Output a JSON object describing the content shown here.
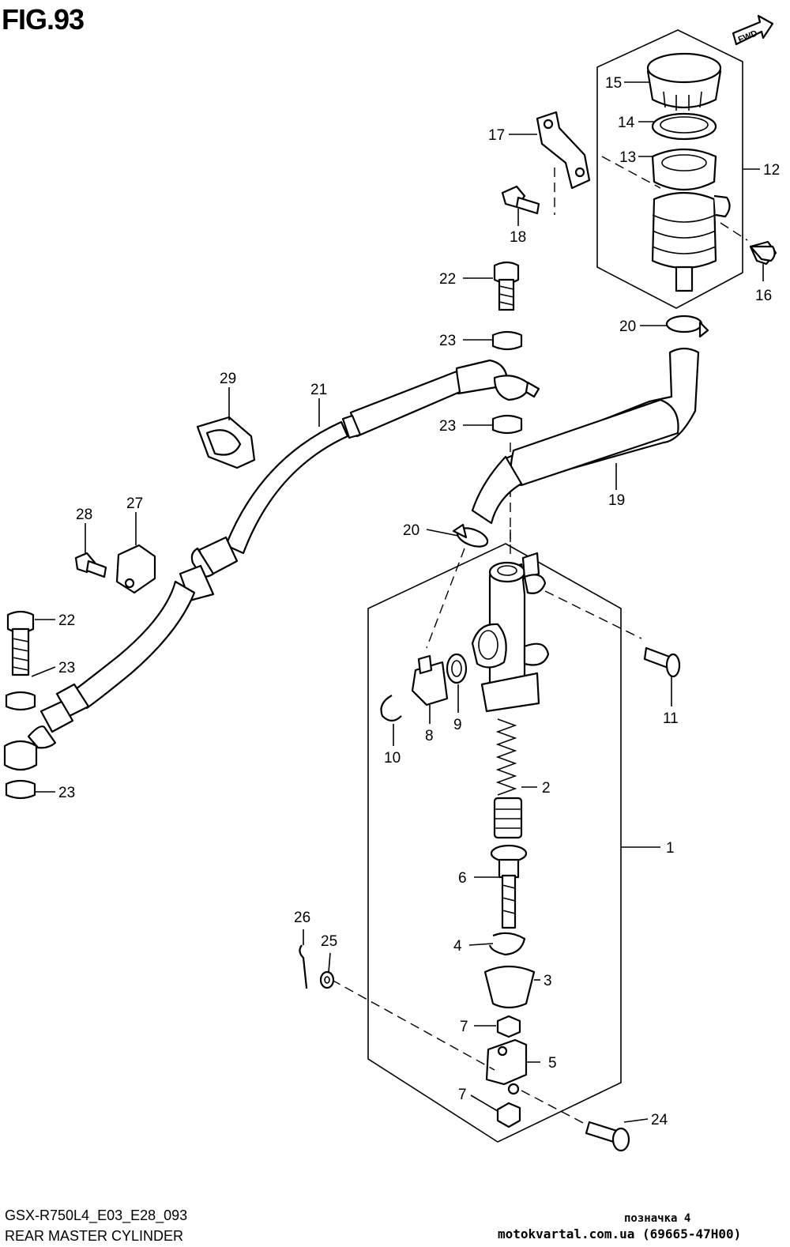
{
  "figure": {
    "title": "FIG.93",
    "fwd_label": "FWD",
    "model_code": "GSX-R750L4_E03_E28_093",
    "caption": "REAR MASTER CYLINDER",
    "mark": "позначка 4",
    "site": "motokvartal.com.ua (69665-47H00)"
  },
  "callouts": [
    {
      "id": "c1",
      "text": "1"
    },
    {
      "id": "c2",
      "text": "2"
    },
    {
      "id": "c3",
      "text": "3"
    },
    {
      "id": "c4",
      "text": "4"
    },
    {
      "id": "c5",
      "text": "5"
    },
    {
      "id": "c6",
      "text": "6"
    },
    {
      "id": "c7a",
      "text": "7"
    },
    {
      "id": "c7b",
      "text": "7"
    },
    {
      "id": "c8",
      "text": "8"
    },
    {
      "id": "c9",
      "text": "9"
    },
    {
      "id": "c10",
      "text": "10"
    },
    {
      "id": "c11",
      "text": "11"
    },
    {
      "id": "c12",
      "text": "12"
    },
    {
      "id": "c13",
      "text": "13"
    },
    {
      "id": "c14",
      "text": "14"
    },
    {
      "id": "c15",
      "text": "15"
    },
    {
      "id": "c16",
      "text": "16"
    },
    {
      "id": "c17",
      "text": "17"
    },
    {
      "id": "c18",
      "text": "18"
    },
    {
      "id": "c19",
      "text": "19"
    },
    {
      "id": "c20a",
      "text": "20"
    },
    {
      "id": "c20b",
      "text": "20"
    },
    {
      "id": "c21",
      "text": "21"
    },
    {
      "id": "c22a",
      "text": "22"
    },
    {
      "id": "c22b",
      "text": "22"
    },
    {
      "id": "c23a",
      "text": "23"
    },
    {
      "id": "c23b",
      "text": "23"
    },
    {
      "id": "c23c",
      "text": "23"
    },
    {
      "id": "c23d",
      "text": "23"
    },
    {
      "id": "c24",
      "text": "24"
    },
    {
      "id": "c25",
      "text": "25"
    },
    {
      "id": "c26",
      "text": "26"
    },
    {
      "id": "c27",
      "text": "27"
    },
    {
      "id": "c28",
      "text": "28"
    },
    {
      "id": "c29",
      "text": "29"
    }
  ]
}
